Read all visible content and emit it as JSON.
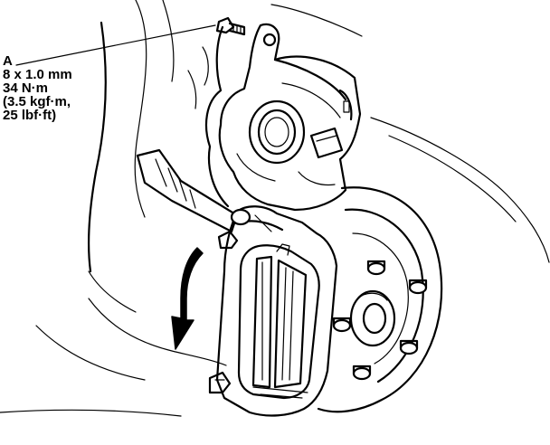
{
  "callout": {
    "label": "A",
    "lines": [
      "8 x 1.0 mm",
      "34 N·m",
      "(3.5 kgf·m,",
      "25 lbf·ft)"
    ]
  },
  "colors": {
    "line": "#000000",
    "background": "#ffffff"
  }
}
